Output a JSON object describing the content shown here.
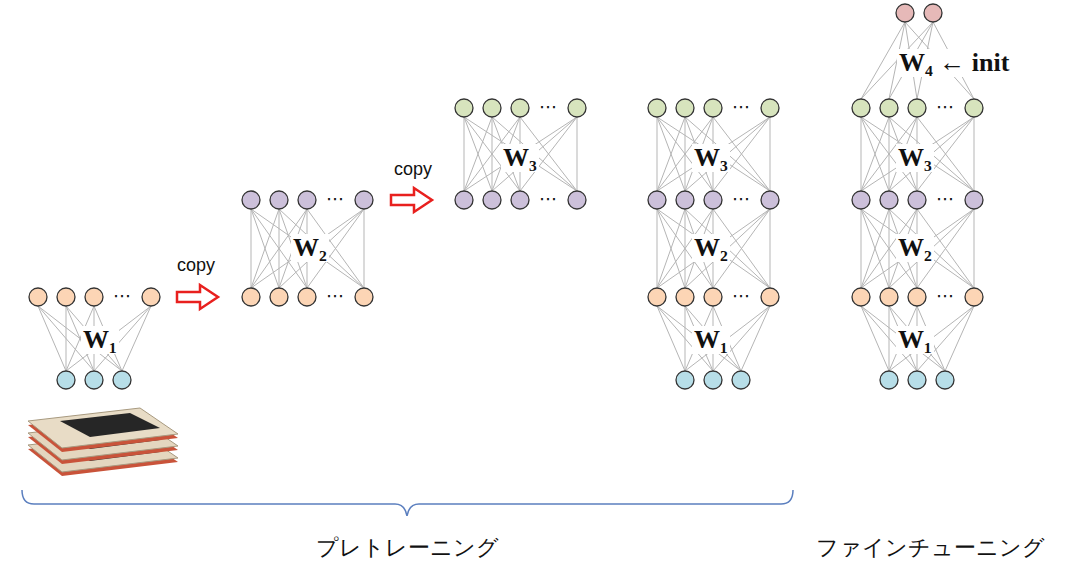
{
  "diagram": {
    "labels": [
      "⋯",
      "W₁",
      "copy",
      "⋯",
      "W₂",
      "⋯",
      "copy",
      "⋯",
      "W₃",
      "⋯",
      "⋯",
      "W₃",
      "⋯",
      "W₂",
      "⋯",
      "W₁",
      "W₄ ← init",
      "⋯",
      "W₃",
      "⋯",
      "W₂",
      "⋯",
      "W₁",
      "プレトレーニング",
      "ファインチューニング"
    ]
  }
}
